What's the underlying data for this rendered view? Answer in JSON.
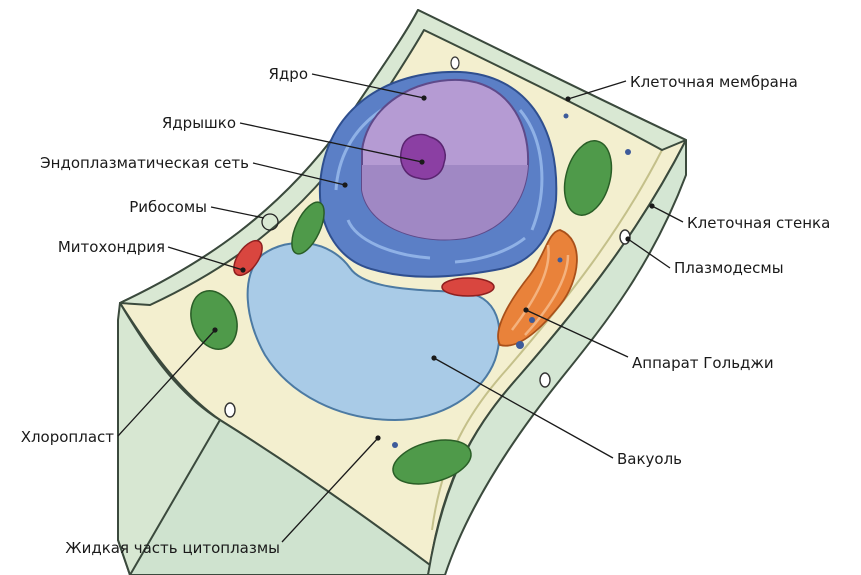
{
  "labels": {
    "nucleus": "Ядро",
    "nucleolus": "Ядрышко",
    "er": "Эндоплазматическая сеть",
    "ribosomes": "Рибосомы",
    "mitochondrion": "Митохондрия",
    "chloroplast": "Хлоропласт",
    "cytosol": "Жидкая часть цитоплазмы",
    "cell_membrane": "Клеточная мембрана",
    "cell_wall": "Клеточная стенка",
    "plasmodesmata": "Плазмодесмы",
    "golgi": "Аппарат Гольджи",
    "vacuole": "Вакуоль"
  },
  "colors": {
    "cell_wall": "#cfe3cf",
    "cytoplasm": "#f3efcf",
    "er": "#5b7fc6",
    "nucleus": "#b59bd3",
    "nucleolus": "#8b3fa3",
    "vacuole": "#a9cbe7",
    "golgi": "#e9823a",
    "mitochondrion": "#d9463f",
    "chloroplast": "#4f9a4a"
  }
}
